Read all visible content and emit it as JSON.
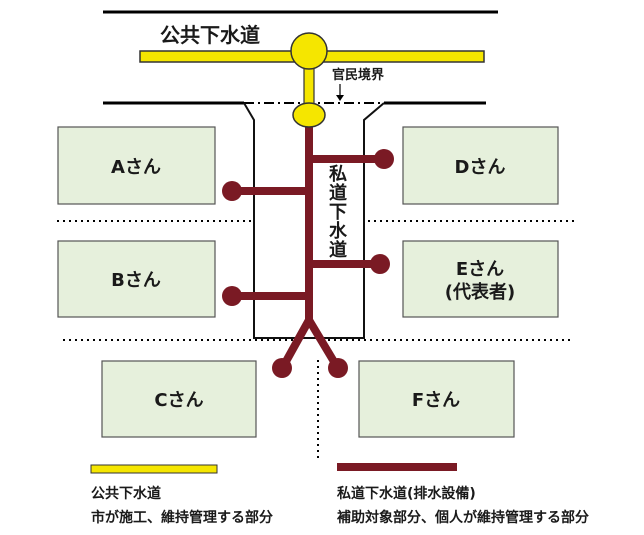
{
  "public_sewer_label": "公共下水道",
  "boundary_label": "官民境界",
  "private_sewer_label": [
    "私",
    "道",
    "下",
    "水",
    "道"
  ],
  "lots": {
    "a": "Aさん",
    "b": "Bさん",
    "c": "Cさん",
    "d": "Dさん",
    "e_line1": "Eさん",
    "e_line2": "(代表者)",
    "f": "Fさん"
  },
  "legend": {
    "public": {
      "title": "公共下水道",
      "desc": "市が施工、維持管理する部分"
    },
    "private": {
      "title": "私道下水道(排水設備)",
      "desc": "補助対象部分、個人が維持管理する部分"
    }
  },
  "colors": {
    "public_pipe": "#f5e600",
    "private_pipe": "#7a1a24",
    "lot_fill": "#e6f0dc",
    "lot_stroke": "#555555"
  }
}
